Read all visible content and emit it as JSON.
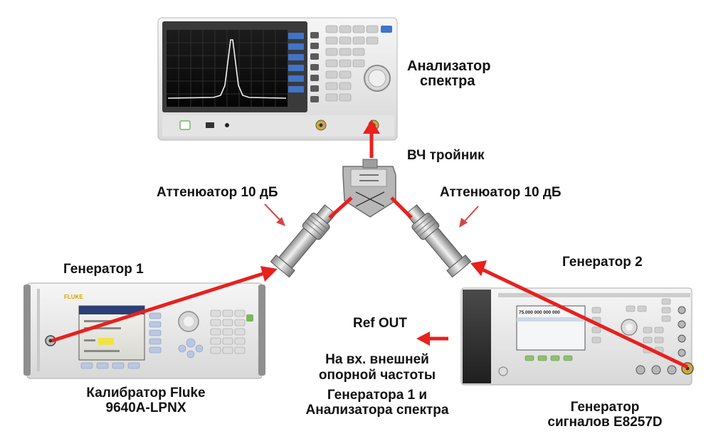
{
  "colors": {
    "arrow": "#e8201e",
    "pointer": "#d64545",
    "label": "#111111",
    "device_body": "#e9e9e9",
    "screen": "#101010",
    "spectrum_trace": "#f2f2f2"
  },
  "labels": {
    "analyzer": [
      "Анализатор",
      "спектра"
    ],
    "tee": "ВЧ тройник",
    "attenuator_left": "Аттенюатор  10 дБ",
    "attenuator_right": "Аттенюатор  10 дБ",
    "generator1": "Генератор 1",
    "generator2": "Генератор 2",
    "ref_out": "Ref OUT",
    "ref_note": [
      "На вх. внешней",
      "опорной частоты",
      "Генератора 1 и",
      "Анализатора спектра"
    ],
    "calibrator": [
      "Калибратор  Fluke",
      "9640A-LPNX"
    ],
    "e8257d": [
      "Генератор",
      "сигналов E8257D"
    ]
  },
  "devices": {
    "spectrum_analyzer": {
      "icon": "spectrum-analyzer-icon"
    },
    "fluke_calibrator": {
      "icon": "calibrator-icon",
      "brand": "FLUKE"
    },
    "e8257d_generator": {
      "icon": "signal-generator-icon",
      "display": "75.000 000 000 000"
    },
    "rf_tee": {
      "icon": "rf-tee-icon"
    },
    "attenuators": {
      "icon": "attenuator-icon"
    }
  }
}
